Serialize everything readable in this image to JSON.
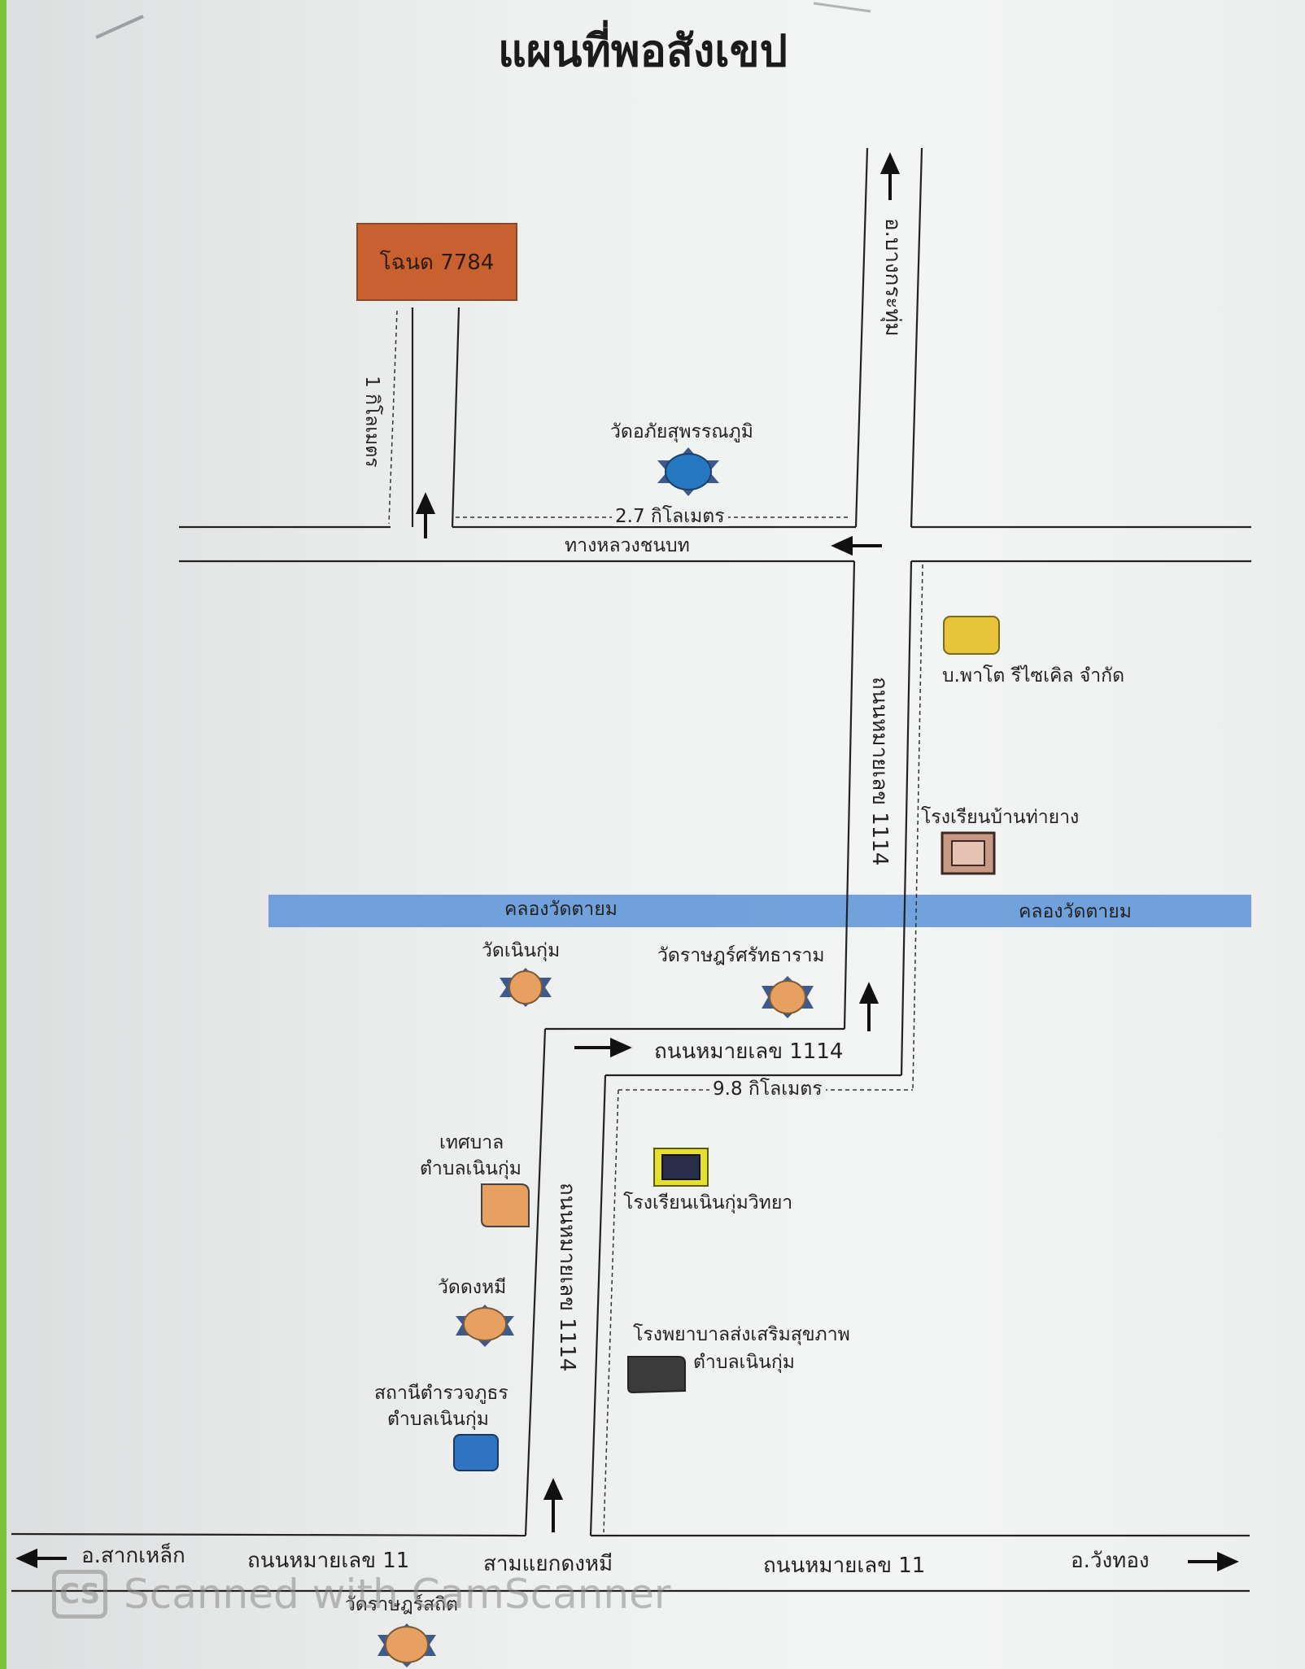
{
  "title": "แผนที่พอสังเขป",
  "deed": "โฉนด 7784",
  "distances": {
    "d1": "1 กิโลเมตร",
    "d2": "2.7 กิโลเมตร",
    "d3": "9.8 กิโลเมตร"
  },
  "roads": {
    "rural_road": "ทางหลวงชนบท",
    "road_1114": "ถนนหมายเลข 1114",
    "road_11": "ถนนหมายเลข 11",
    "junction": "สามแยกดงหมี",
    "to_bang_krathum": "อ.บางกระทุ่ม",
    "to_sak_lek": "อ.สากเหล็ก",
    "to_wang_thong": "อ.วังทอง"
  },
  "canal": "คลองวัดตายม",
  "landmarks": {
    "wat_aphai": "วัดอภัยสุพรรณภูมิ",
    "pato": "บ.พาโต รีไซเคิล จำกัด",
    "school_tha_yang": "โรงเรียนบ้านท่ายาง",
    "wat_noen_kum": "วัดเนินกุ่ม",
    "wat_rat_sattha": "วัดราษฎร์ศรัทธาราม",
    "municipality_1": "เทศบาล",
    "municipality_2": "ตำบลเนินกุ่ม",
    "school_noen_kum": "โรงเรียนเนินกุ่มวิทยา",
    "wat_dong_mi": "วัดดงหมี",
    "hospital_1": "โรงพยาบาลส่งเสริมสุขภาพ",
    "hospital_2": "ตำบลเนินกุ่ม",
    "police_1": "สถานีตำรวจภูธร",
    "police_2": "ตำบลเนินกุ่ม",
    "wat_rat_sadit": "วัดราษฎร์สถิต"
  },
  "watermark": "Scanned with CamScanner",
  "colors": {
    "deed": "#c9602f",
    "canal": "#5b93d6",
    "temple": "#e8a060",
    "wat_aphai": "#2577c0",
    "pato": "#e8c43a",
    "police": "#2f74c0",
    "hospital": "#3b3b3b"
  }
}
